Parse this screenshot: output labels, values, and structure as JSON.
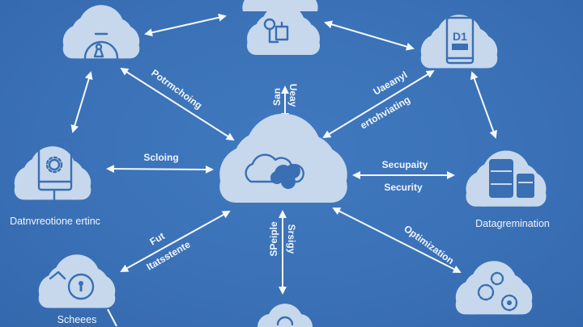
{
  "labels": {
    "top_left_link": "Potrmchoing",
    "top_vertical_a": "San",
    "top_vertical_b": "Ueay",
    "top_right_link_a": "Uaeanyl",
    "top_right_link_b": "ertohviating",
    "left_link": "Scloing",
    "right_link_a": "Secupaity",
    "right_link_b": "Security",
    "bottom_left_link_a": "Fut",
    "bottom_left_link_b": "Itatsstente",
    "bottom_vertical_a": "SPeiple",
    "bottom_vertical_b": "Srsigy",
    "bottom_right_link": "Optimization"
  },
  "nodes": {
    "left_caption": "Datnvreotione ertinc",
    "right_caption": "Datagremination",
    "bottom_left_caption": "Scheees",
    "tablet_text": "D1"
  },
  "colors": {
    "background": "#3b72b8",
    "cloud": "#c7d8ec",
    "arrow": "#f4f8fc"
  }
}
